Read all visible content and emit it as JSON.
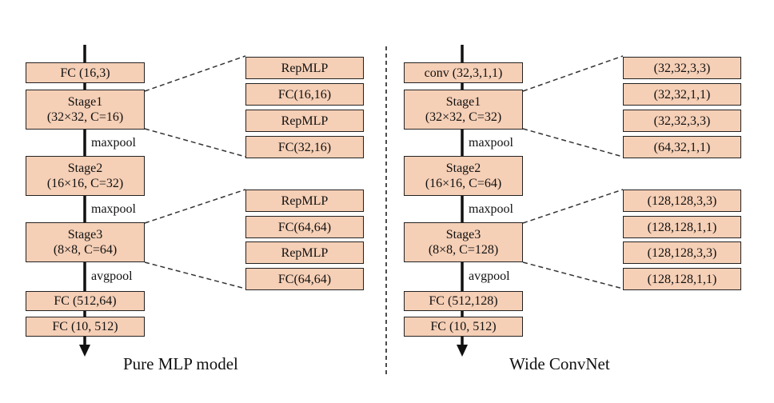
{
  "left": {
    "caption": "Pure MLP model",
    "fc_top": "FC (16,3)",
    "stage1": {
      "name": "Stage1",
      "detail": "(32×32, C=16)"
    },
    "pool1": "maxpool",
    "stage2": {
      "name": "Stage2",
      "detail": "(16×16, C=32)"
    },
    "pool2": "maxpool",
    "stage3": {
      "name": "Stage3",
      "detail": "(8×8, C=64)"
    },
    "pool3": "avgpool",
    "fc1": "FC (512,64)",
    "fc2": "FC (10, 512)",
    "detail_top": [
      "RepMLP",
      "FC(16,16)",
      "RepMLP",
      "FC(32,16)"
    ],
    "detail_bottom": [
      "RepMLP",
      "FC(64,64)",
      "RepMLP",
      "FC(64,64)"
    ]
  },
  "right": {
    "caption": "Wide ConvNet",
    "conv_top": "conv (32,3,1,1)",
    "stage1": {
      "name": "Stage1",
      "detail": "(32×32, C=32)"
    },
    "pool1": "maxpool",
    "stage2": {
      "name": "Stage2",
      "detail": "(16×16, C=64)"
    },
    "pool2": "maxpool",
    "stage3": {
      "name": "Stage3",
      "detail": "(8×8, C=128)"
    },
    "pool3": "avgpool",
    "fc1": "FC (512,128)",
    "fc2": "FC (10, 512)",
    "detail_top": [
      "(32,32,3,3)",
      "(32,32,1,1)",
      "(32,32,3,3)",
      "(64,32,1,1)"
    ],
    "detail_bottom": [
      "(128,128,3,3)",
      "(128,128,1,1)",
      "(128,128,3,3)",
      "(128,128,1,1)"
    ]
  }
}
